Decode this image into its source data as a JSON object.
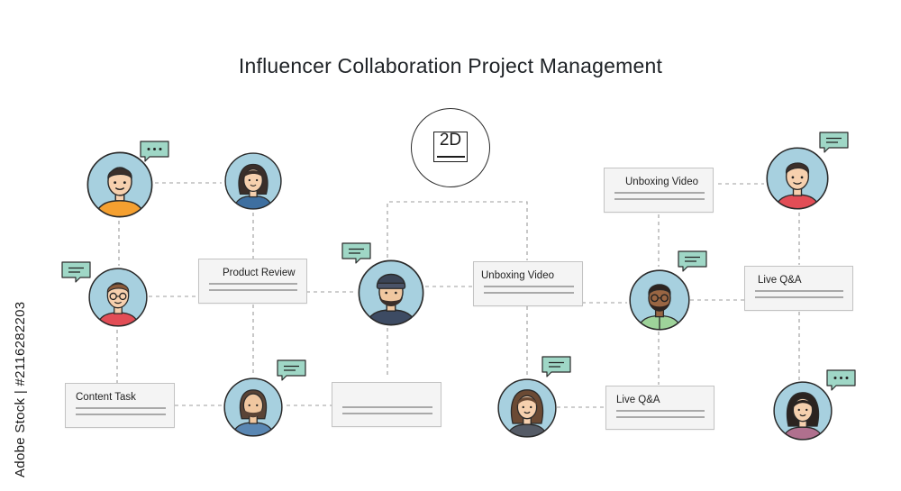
{
  "title": "Influencer Collaboration Project Management",
  "badge": {
    "label": "2D"
  },
  "watermark": "Adobe Stock | #2116282203",
  "colors": {
    "avatar_bg": "#a7d0df",
    "bubble_fill": "#9fd7c6",
    "line": "#9c9c9c",
    "card_bg": "#f4f4f4"
  },
  "cards": [
    {
      "id": "product-review",
      "label": "Product Review"
    },
    {
      "id": "unboxing-video-center",
      "label": "Unboxing Video"
    },
    {
      "id": "unboxing-video-top",
      "label": "Unboxing Video"
    },
    {
      "id": "live-qa-right",
      "label": "Live Q&A"
    },
    {
      "id": "content-task",
      "label": "Content Task"
    },
    {
      "id": "blank-task",
      "label": ""
    },
    {
      "id": "live-qa-bottom",
      "label": "Live Q&A"
    }
  ],
  "avatars": [
    {
      "id": "man-orange-shirt",
      "icon": "man-avatar-icon"
    },
    {
      "id": "woman-dark-hair-top",
      "icon": "woman-avatar-icon"
    },
    {
      "id": "man-glasses-red-shirt",
      "icon": "man-glasses-avatar-icon"
    },
    {
      "id": "man-beanie-beard",
      "icon": "man-beanie-avatar-icon"
    },
    {
      "id": "man-beard-bottom",
      "icon": "man-beard-avatar-icon"
    },
    {
      "id": "woman-bottom-center",
      "icon": "woman-avatar-icon"
    },
    {
      "id": "man-dark-skin-glasses",
      "icon": "man-glasses-avatar-icon"
    },
    {
      "id": "man-red-shirt-right",
      "icon": "man-avatar-icon"
    },
    {
      "id": "woman-bottom-right",
      "icon": "woman-avatar-icon"
    }
  ]
}
